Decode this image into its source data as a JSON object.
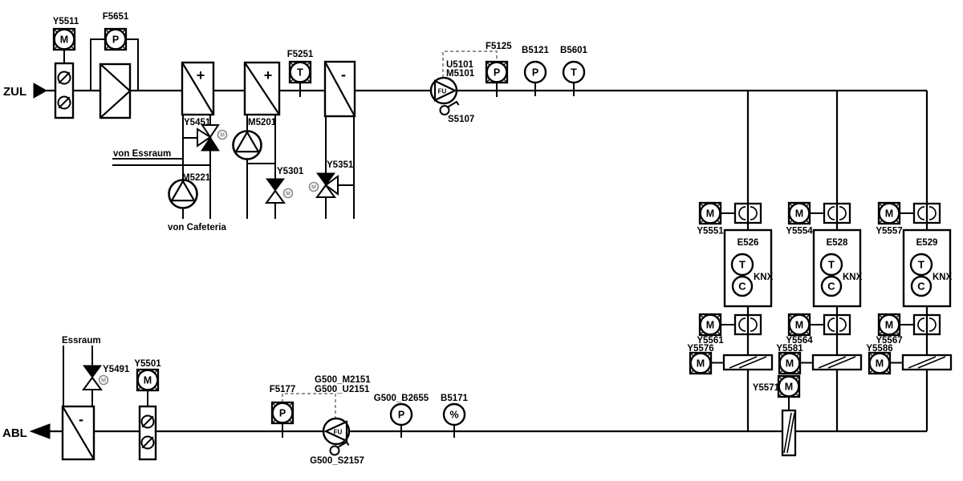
{
  "app": {
    "type": "building-automation-hvac-schematic",
    "colors": {
      "line": "#000000",
      "background": "#ffffff",
      "muted_actuator": "#8a8a8a",
      "dashed_link": "#707070"
    }
  },
  "supply": {
    "duct_label": "ZUL",
    "intake_damper": {
      "tag": "Y5511",
      "actuator": "M"
    },
    "filter": {
      "tag": "F5651",
      "sensor": "P"
    },
    "preheater": {
      "sign": "+",
      "valve_tag": "Y5451",
      "valve_actuator": "M",
      "pump_tag": "M5221",
      "from_label_1": "von Essraum",
      "from_label_2": "von Cafeteria"
    },
    "reheater": {
      "sign": "+",
      "pump_tag": "M5201",
      "valve_tag": "Y5301",
      "valve_actuator": "M"
    },
    "temp_sensor": {
      "tag": "F5251",
      "type": "T"
    },
    "cooler": {
      "sign": "-",
      "valve_tag": "Y5351",
      "valve_actuator": "M"
    },
    "fan": {
      "converter_tag": "U5101",
      "motor_tag": "M5101",
      "drive": "FU",
      "switch_tag": "S5107"
    },
    "dp_sensor": {
      "tag": "F5125",
      "type": "P"
    },
    "pressure_sensor": {
      "tag": "B5121",
      "type": "P"
    },
    "temp_sensor_duct": {
      "tag": "B5601",
      "type": "T"
    }
  },
  "zones": [
    {
      "controller_tag": "E526",
      "bus": "KNX",
      "temp": "T",
      "ctrl": "C",
      "actuator": "M",
      "supply_damper_tag": "Y5551",
      "exhaust_damper_tag": "Y5561",
      "slide_damper_tag": "Y5576"
    },
    {
      "controller_tag": "E528",
      "bus": "KNX",
      "temp": "T",
      "ctrl": "C",
      "actuator": "M",
      "supply_damper_tag": "Y5554",
      "exhaust_damper_tag": "Y5564",
      "slide_damper_tag": "Y5581"
    },
    {
      "controller_tag": "E529",
      "bus": "KNX",
      "temp": "T",
      "ctrl": "C",
      "actuator": "M",
      "supply_damper_tag": "Y5557",
      "exhaust_damper_tag": "Y5567",
      "slide_damper_tag": "Y5586"
    }
  ],
  "extract": {
    "duct_label": "ABL",
    "room_label": "Essraum",
    "room_valve": {
      "tag": "Y5491",
      "actuator": "M"
    },
    "cooler_sign": "-",
    "damper": {
      "tag": "Y5501",
      "actuator": "M"
    },
    "dp_sensor": {
      "tag": "F5177",
      "type": "P"
    },
    "fan": {
      "motor_tag": "G500_M2151",
      "converter_tag": "G500_U2151",
      "drive": "FU",
      "switch_tag": "G500_S2157"
    },
    "pressure_sensor": {
      "tag": "G500_B2655",
      "type": "P"
    },
    "humidity_sensor": {
      "tag": "B5171",
      "type": "%"
    },
    "mix_damper": {
      "tag": "Y5571",
      "actuator": "M"
    }
  }
}
